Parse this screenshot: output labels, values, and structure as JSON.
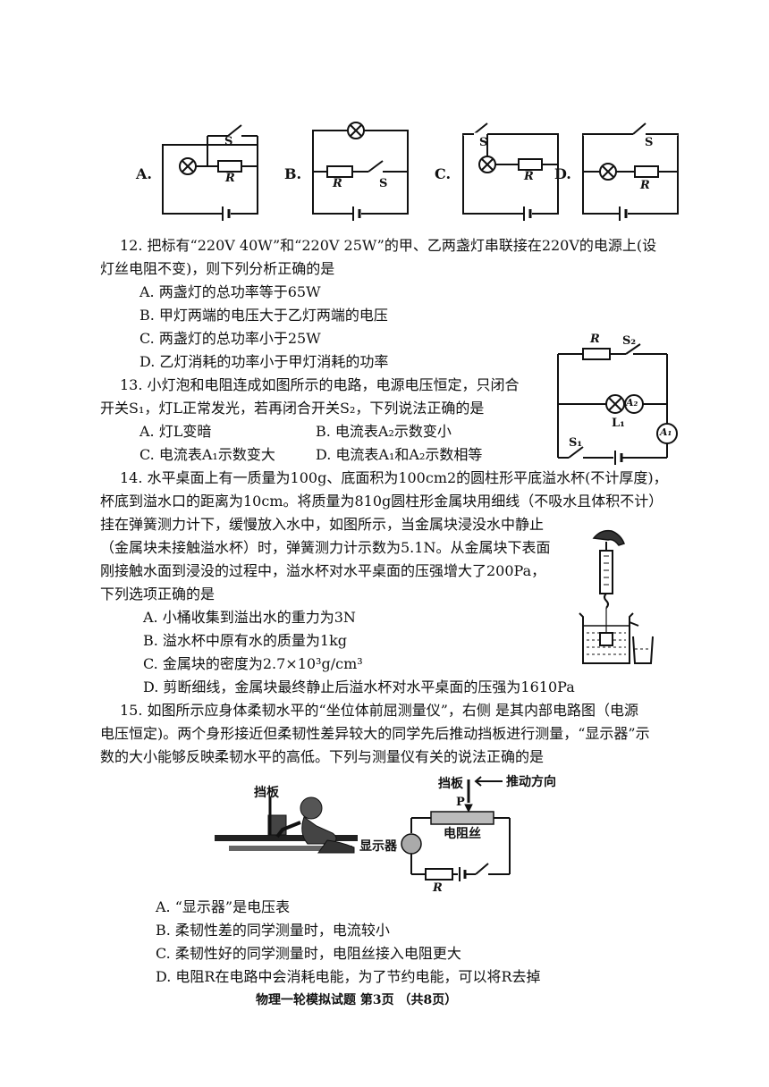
{
  "q11_options": {
    "A": {
      "letter": "A.",
      "switch_label": "S",
      "resistor_label": "R"
    },
    "B": {
      "letter": "B.",
      "switch_label": "S",
      "resistor_label": "R"
    },
    "C": {
      "letter": "C.",
      "switch_label": "S",
      "resistor_label": "R"
    },
    "D": {
      "letter": "D.",
      "switch_label": "S",
      "resistor_label": "R"
    }
  },
  "q12": {
    "stem_line1": "12. 把标有“220V   40W”和“220V   25W”的甲、乙两盏灯串联接在220V的电源上(设",
    "stem_line2": "灯丝电阻不变)，则下列分析正确的是",
    "options": [
      "A. 两盏灯的总功率等于65W",
      "B. 甲灯两端的电压大于乙灯两端的电压",
      "C. 两盏灯的总功率小于25W",
      "D. 乙灯消耗的功率小于甲灯消耗的功率"
    ]
  },
  "q13": {
    "stem_line1": "13. 小灯泡和电阻连成如图所示的电路，电源电压恒定，只闭合",
    "stem_line2": "开关S₁，灯L正常发光，若再闭合开关S₂，下列说法正确的是",
    "options": [
      "A. 灯L变暗",
      "B. 电流表A₂示数变小",
      "C. 电流表A₁示数变大",
      "D. 电流表A₁和A₂示数相等"
    ],
    "figure": {
      "r": "R",
      "s2": "S₂",
      "a2": "A₂",
      "l1": "L₁",
      "s1": "S₁",
      "a1": "A₁"
    }
  },
  "q14": {
    "lines": [
      "14. 水平桌面上有一质量为100g、底面积为100cm2的圆柱形平底溢水杯(不计厚度)，",
      "杯底到溢水口的距离为10cm。将质量为810g圆柱形金属块用细线（不吸水且体积不计）",
      "挂在弹簧测力计下，缓慢放入水中，如图所示，当金属块浸没水中静止",
      "（金属块未接触溢水杯）时，弹簧测力计示数为5.1N。从金属块下表面",
      "刚接触水面到浸没的过程中，溢水杯对水平桌面的压强增大了200Pa，",
      "下列选项正确的是"
    ],
    "options": [
      "A. 小桶收集到溢出水的重力为3N",
      "B. 溢水杯中原有水的质量为1kg",
      "C. 金属块的密度为2.7×10³g/cm³",
      "D. 剪断细线，金属块最终静止后溢水杯对水平桌面的压强为1610Pa"
    ]
  },
  "q15": {
    "lines": [
      "15. 如图所示应身体柔韧水平的“坐位体前屈测量仪”，右侧 是其内部电路图（电源",
      "电压恒定)。两个身形接近但柔韧性差异较大的同学先后推动挡板进行测量，“显示器”示",
      "数的大小能够反映柔韧水平的高低。下列与测量仪有关的说法正确的是"
    ],
    "figure": {
      "baffle_left": "挡板",
      "baffle_right": "挡板",
      "push_direction": "推动方向",
      "p": "P",
      "wire": "电阻丝",
      "display": "显示器",
      "r": "R"
    },
    "options": [
      "A. “显示器”是电压表",
      "B. 柔韧性差的同学测量时，电流较小",
      "C. 柔韧性好的同学测量时，电阻丝接入电阻更大",
      "D. 电阻R在电路中会消耗电能，为了节约电能，可以将R去掉"
    ]
  },
  "footer": "物理一轮模拟试题 第3页 （共8页）"
}
